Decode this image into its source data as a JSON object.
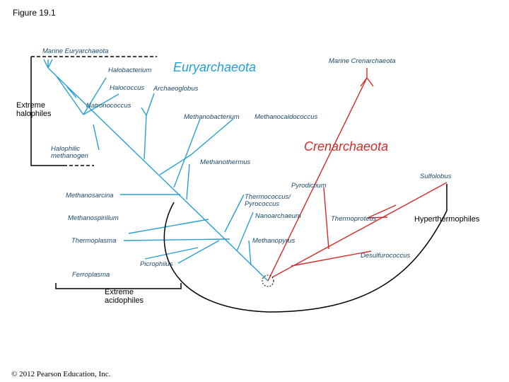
{
  "figure_title": "Figure 19.1",
  "copyright": "© 2012 Pearson Education, Inc.",
  "groups": {
    "euryarchaeota": "Euryarchaeota",
    "crenarchaeota": "Crenarchaeota",
    "extreme_halophiles": [
      "Extreme",
      "halophiles"
    ],
    "hyperthermophiles": "Hyperthermophiles",
    "extreme_acidophiles": [
      "Extreme",
      "acidophiles"
    ]
  },
  "taxa": {
    "marine_euryarchaeota": "Marine Euryarchaeota",
    "halobacterium": "Halobacterium",
    "halococcus": "Halococcus",
    "natronococcus": "Natronococcus",
    "halophilic_methanogen": [
      "Halophilic",
      "methanogen"
    ],
    "archaeoglobus": "Archaeoglobus",
    "methanobacterium": "Methanobacterium",
    "methanocaldococcus": "Methanocaldococcus",
    "methanothermus": "Methanothermus",
    "methanosarcina": "Methanosarcina",
    "methanospirillum": "Methanospirillum",
    "thermoplasma": "Thermoplasma",
    "picrophilus": "Picrophilus",
    "ferroplasma": "Ferroplasma",
    "thermococcus_pyrococcus": [
      "Thermococcus/",
      "Pyrococcus"
    ],
    "nanoarchaeum": "Nanoarchaeum",
    "methanopyrus": "Methanopyrus",
    "marine_crenarchaeota": "Marine Crenarchaeota",
    "sulfolobus": "Sulfolobus",
    "pyrodictium": "Pyrodictium",
    "thermoproteus": "Thermoproteus",
    "desulfurococcus": "Desulfurococcus"
  },
  "colors": {
    "euryarchaeota": "#1fa0d8",
    "crenarchaeota": "#d42a2a",
    "label_text": "#1a4a6e"
  }
}
